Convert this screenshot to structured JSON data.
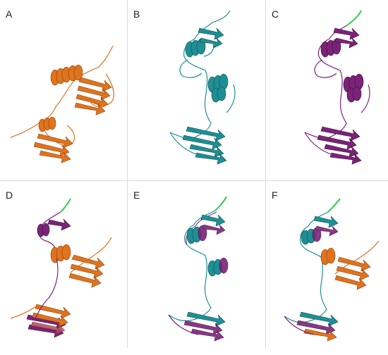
{
  "panels": [
    {
      "label": "A",
      "structures": [
        "orange"
      ]
    },
    {
      "label": "B",
      "structures": [
        "teal"
      ]
    },
    {
      "label": "C",
      "structures": [
        "purple"
      ]
    },
    {
      "label": "D",
      "structures": [
        "purple",
        "orange"
      ]
    },
    {
      "label": "E",
      "structures": [
        "teal",
        "purple"
      ]
    },
    {
      "label": "F",
      "structures": [
        "teal",
        "purple",
        "orange"
      ]
    }
  ],
  "colors": {
    "orange": "#e0731c",
    "teal": "#1e8f95",
    "purple": "#7a2378",
    "green": "#2fd14d",
    "divider": "#d9d9d9"
  }
}
